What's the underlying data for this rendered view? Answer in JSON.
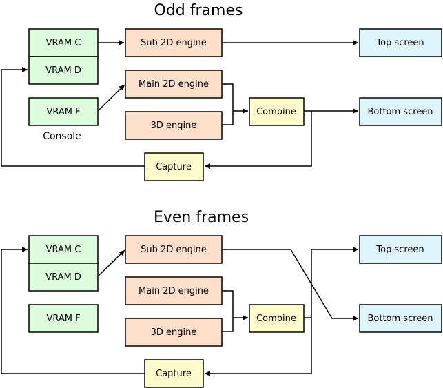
{
  "colors": {
    "vram": "#dcfcdc",
    "engine": "#fde0c9",
    "combine": "#fdfdcb",
    "screen": "#e0f6fd"
  },
  "odd": {
    "title": "Odd frames",
    "vram_c": "VRAM C",
    "vram_d": "VRAM D",
    "vram_f": "VRAM F",
    "console": "Console",
    "sub_2d": "Sub 2D engine",
    "main_2d": "Main 2D engine",
    "engine_3d": "3D engine",
    "combine": "Combine",
    "capture": "Capture",
    "top_screen": "Top screen",
    "bottom_screen": "Bottom screen"
  },
  "even": {
    "title": "Even frames",
    "vram_c": "VRAM C",
    "vram_d": "VRAM D",
    "vram_f": "VRAM F",
    "sub_2d": "Sub 2D engine",
    "main_2d": "Main 2D engine",
    "engine_3d": "3D engine",
    "combine": "Combine",
    "capture": "Capture",
    "top_screen": "Top screen",
    "bottom_screen": "Bottom screen"
  }
}
